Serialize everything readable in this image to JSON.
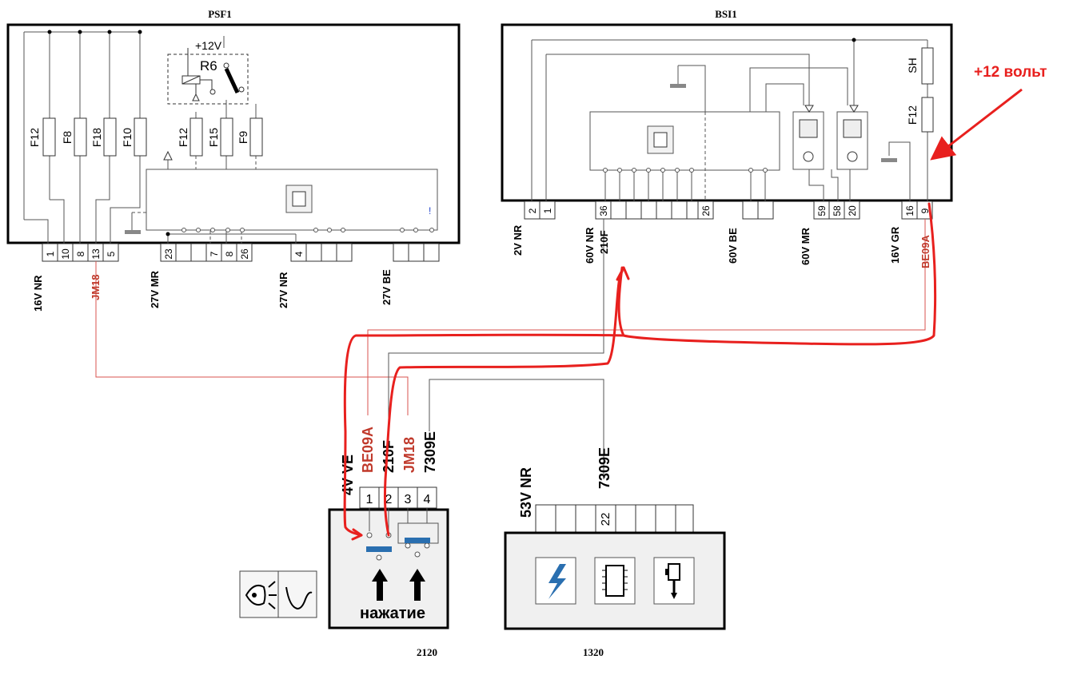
{
  "modules": {
    "psf1": {
      "name": "PSF1",
      "relay": "R6",
      "supply": "+12V",
      "fuses": [
        "F12",
        "F8",
        "F18",
        "F10",
        "F12",
        "F15",
        "F9"
      ],
      "pins_a": [
        "1",
        "10",
        "8",
        "13",
        "5"
      ],
      "pins_b": [
        "23",
        "7",
        "8",
        "26"
      ],
      "pins_c": [
        "4"
      ]
    },
    "bsi1": {
      "name": "BSI1",
      "fuses": [
        "SH",
        "F12"
      ],
      "pins_a": [
        "2",
        "1"
      ],
      "pins_b": [
        "36",
        "26"
      ],
      "pins_c": [
        "59",
        "58",
        "20"
      ],
      "pins_d": [
        "16",
        "9"
      ]
    },
    "m2120": {
      "name": "2120",
      "pins": [
        "1",
        "2",
        "3",
        "4"
      ],
      "press_label": "нажатие"
    },
    "m1320": {
      "name": "1320",
      "pin": "22"
    }
  },
  "connectors": {
    "psf1_a": "16V NR",
    "psf1_b": "27V MR",
    "psf1_c": "27V NR",
    "psf1_d": "27V BE",
    "bsi1_a": "2V NR",
    "bsi1_b": "60V NR",
    "bsi1_c": "60V BE",
    "bsi1_d": "60V MR",
    "bsi1_e": "16V GR",
    "m2120": "4V VE",
    "m1320": "53V NR"
  },
  "wires": {
    "jm18": "JM18",
    "be09a": "BE09A",
    "w210f": "210F",
    "w7309e": "7309E"
  },
  "annotations": {
    "plus12": "+12 вольт"
  },
  "colors": {
    "wire_red": "#d9534f",
    "annotation_red": "#e8201e",
    "switch_blue": "#2a6fb0"
  }
}
